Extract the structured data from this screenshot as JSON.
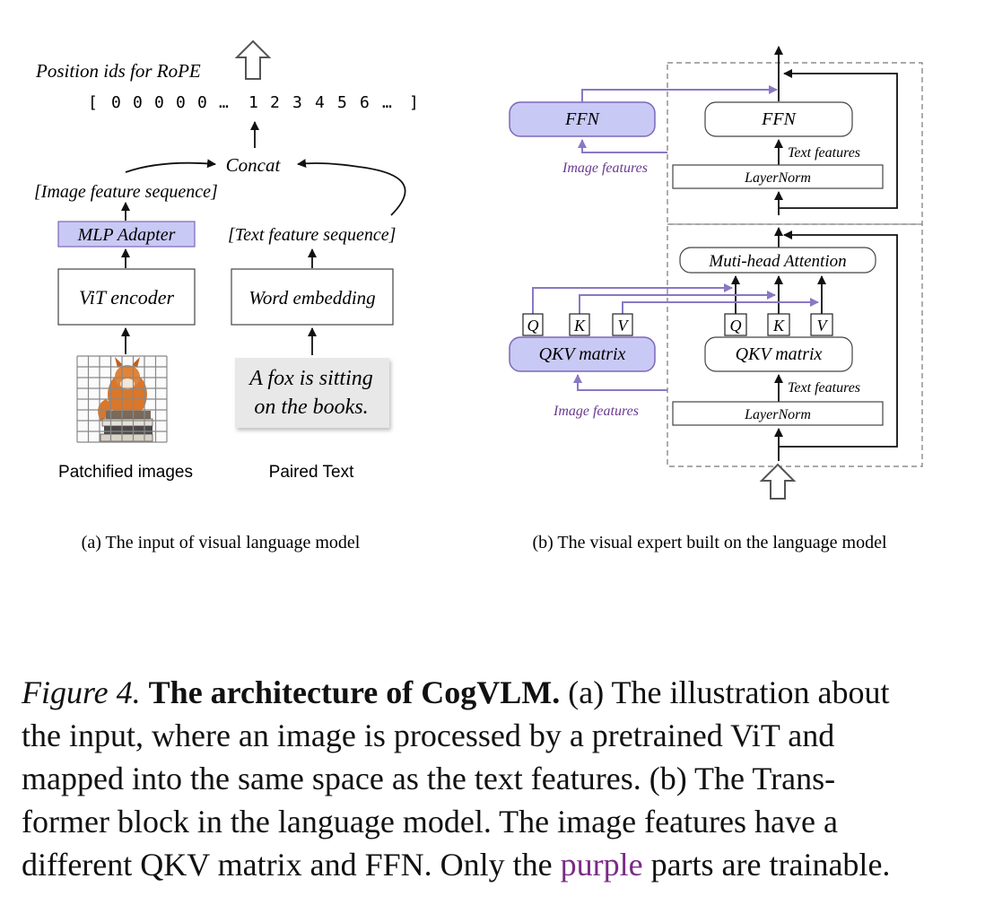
{
  "panel_a": {
    "rope_label": "Position ids for RoPE",
    "ids": [
      "[",
      "0",
      "0",
      "0",
      "0",
      "0",
      "…",
      "1",
      "2",
      "3",
      "4",
      "5",
      "6",
      "…",
      "]"
    ],
    "concat": "Concat",
    "image_seq": "[Image feature sequence]",
    "text_seq": "[Text  feature sequence]",
    "mlp_adapter": "MLP Adapter",
    "vit_encoder": "ViT encoder",
    "word_embedding": "Word embedding",
    "text_line1": "A fox is sitting",
    "text_line2": "on the books.",
    "patch_label": "Patchified images",
    "paired_label": "Paired Text",
    "caption": "(a) The input of visual language model"
  },
  "panel_b": {
    "ffn": "FFN",
    "ffn_text": "FFN",
    "text_features": "Text features",
    "image_features": "Image features",
    "layernorm": "LayerNorm",
    "mha": "Muti-head Attention",
    "q": "Q",
    "k": "K",
    "v": "V",
    "qkv": "QKV matrix",
    "caption": "(b) The visual expert built on the language model"
  },
  "caption": {
    "figure_label": "Figure 4.",
    "title": "The architecture of CogVLM.",
    "line1_rest": "(a) The illustration about",
    "line2": "the input, where an image is processed by a pretrained ViT and",
    "line3": "mapped into the same space as the text features.  (b) The Trans-",
    "line4": "former block in the language model.  The image features have a",
    "line5_pre": "different QKV matrix and FFN. Only the",
    "line5_purple": "purple",
    "line5_post": "parts are trainable."
  },
  "colors": {
    "trainable_fill": "#c9c9f5",
    "trainable_stroke": "#7c68b8",
    "purple_text": "#6b3a8f"
  }
}
